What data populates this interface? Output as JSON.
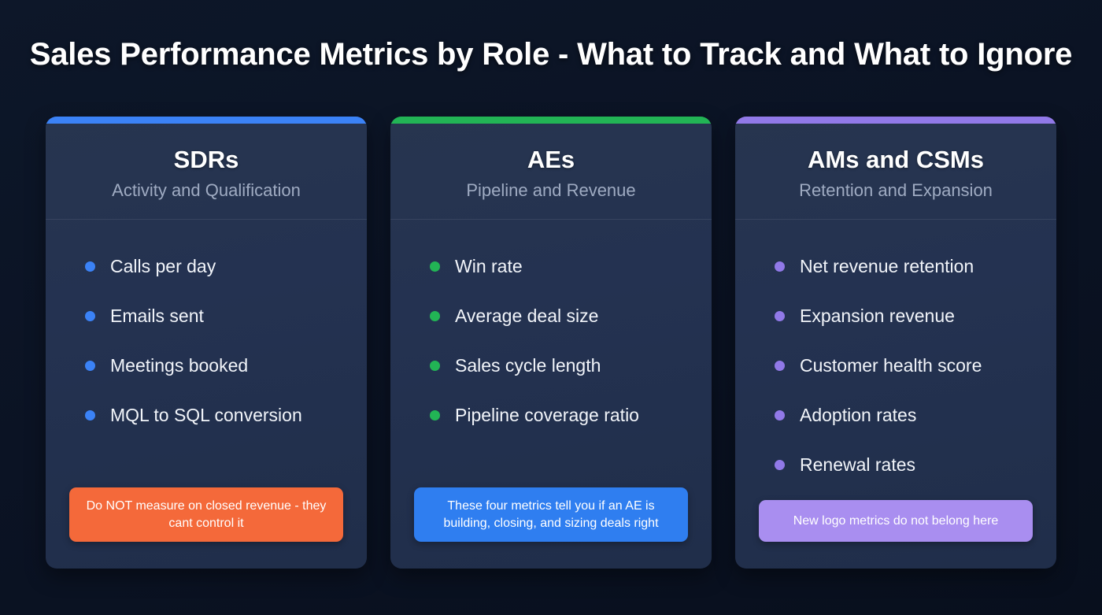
{
  "title": "Sales Performance Metrics by Role - What to Track and What to Ignore",
  "theme": {
    "background_start": "#0d1729",
    "background_end": "#080f1d",
    "card_background": "#243251",
    "title_color": "#ffffff",
    "subtitle_color": "#9fabc2"
  },
  "cards": [
    {
      "accent_color": "#3b82f6",
      "title": "SDRs",
      "subtitle": "Activity and Qualification",
      "metrics": [
        "Calls per day",
        "Emails sent",
        "Meetings booked",
        "MQL to SQL conversion"
      ],
      "callout": {
        "text": "Do NOT measure on closed revenue - they cant control it",
        "background": "#f4693a",
        "text_color": "#ffffff"
      }
    },
    {
      "accent_color": "#22b455",
      "title": "AEs",
      "subtitle": "Pipeline and Revenue",
      "metrics": [
        "Win rate",
        "Average deal size",
        "Sales cycle length",
        "Pipeline coverage ratio"
      ],
      "callout": {
        "text": "These four metrics tell you if an AE is building, closing, and sizing deals right",
        "background": "#2f7ef0",
        "text_color": "#ffffff"
      }
    },
    {
      "accent_color": "#9179e8",
      "title": "AMs and CSMs",
      "subtitle": "Retention and Expansion",
      "metrics": [
        "Net revenue retention",
        "Expansion revenue",
        "Customer health score",
        "Adoption rates",
        "Renewal rates"
      ],
      "callout": {
        "text": "New logo metrics do not belong here",
        "background": "#a98ef0",
        "text_color": "#ffffff"
      }
    }
  ]
}
